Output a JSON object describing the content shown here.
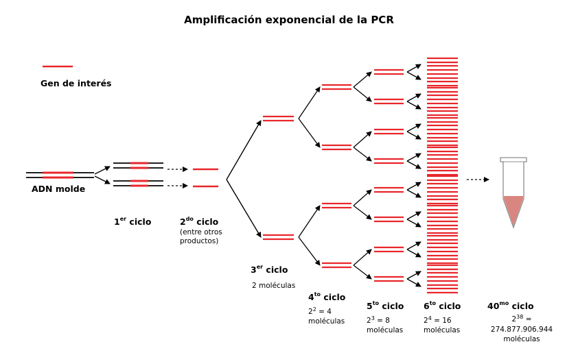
{
  "title": "Amplificación exponencial de la PCR",
  "legend": {
    "label": "Gen de interés"
  },
  "template_label": "ADN molde",
  "cycles": {
    "c1": {
      "base": "1",
      "sup": "er",
      "word": " ciclo"
    },
    "c2": {
      "base": "2",
      "sup": "do",
      "word": " ciclo",
      "note_line1": "(entre otros",
      "note_line2": "productos)"
    },
    "c3": {
      "base": "3",
      "sup": "er",
      "word": " ciclo",
      "count": "2 moléculas"
    },
    "c4": {
      "base": "4",
      "sup": "to",
      "word": " ciclo",
      "pow_base": "2",
      "pow_exp": "2",
      "pow_rest": " = 4",
      "unit": "moléculas"
    },
    "c5": {
      "base": "5",
      "sup": "to",
      "word": " ciclo",
      "pow_base": "2",
      "pow_exp": "3",
      "pow_rest": " = 8",
      "unit": "moléculas"
    },
    "c6": {
      "base": "6",
      "sup": "to",
      "word": " ciclo",
      "pow_base": "2",
      "pow_exp": "4",
      "pow_rest": " = 16",
      "unit": "moléculas"
    },
    "c40": {
      "base": "40",
      "sup": "mo",
      "word": " ciclo",
      "pow_base": "2",
      "pow_exp": "38",
      "pow_rest": " =",
      "value": "274.877.906.944",
      "unit": "moléculas"
    }
  },
  "colors": {
    "gene": "#e8262b",
    "dna": "#000000",
    "tube_fill": "#d98680",
    "tube_outline": "#8c8c8c"
  }
}
